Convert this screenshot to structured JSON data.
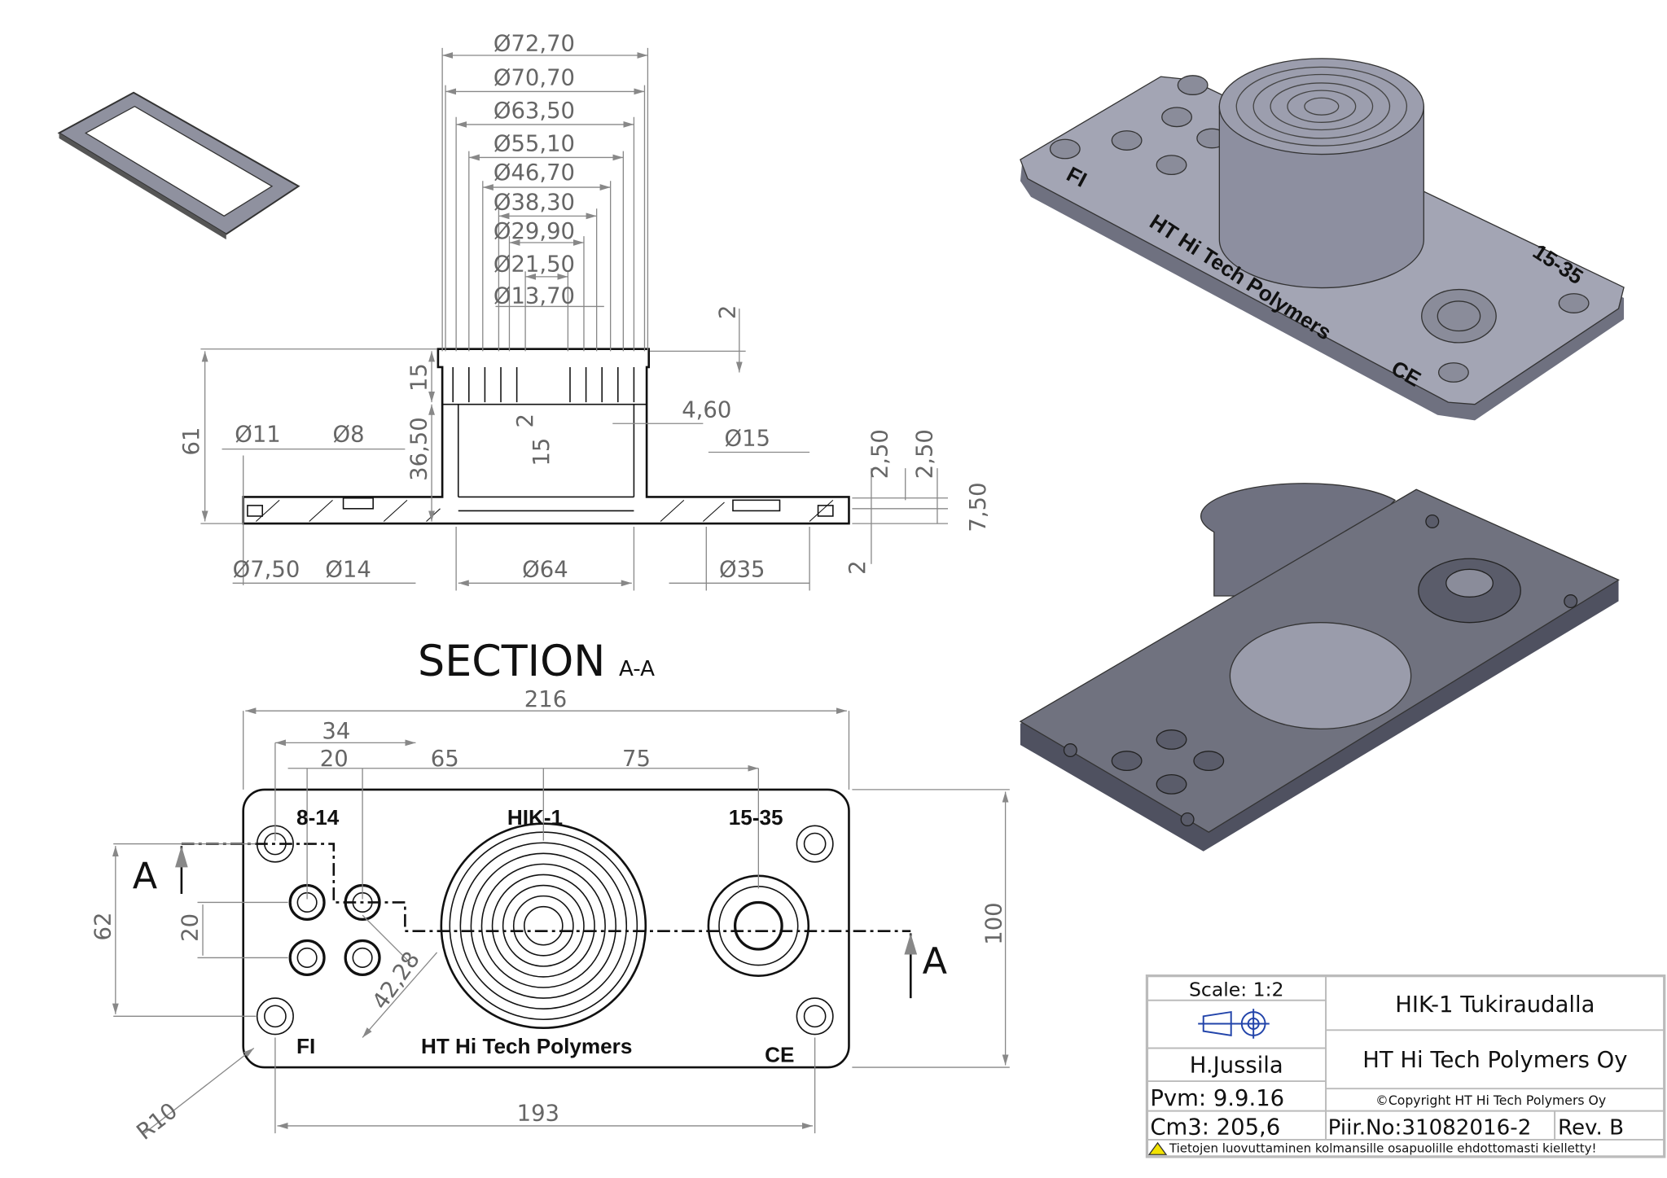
{
  "section_view": {
    "title": "SECTION",
    "title_suffix": "A-A",
    "diameters_top": [
      "Ø72,70",
      "Ø70,70",
      "Ø63,50",
      "Ø55,10",
      "Ø46,70",
      "Ø38,30",
      "Ø29,90",
      "Ø21,50",
      "Ø13,70"
    ],
    "dims": {
      "height_61": "61",
      "d11": "Ø11",
      "d8": "Ø8",
      "h15": "15",
      "h36_50": "36,50",
      "t2_inner": "2",
      "h15_inner": "15",
      "w4_60": "4,60",
      "d15": "Ø15",
      "t2_top": "2",
      "t2_50a": "2,50",
      "t2_50b": "2,50",
      "t7_50": "7,50",
      "d7_50": "Ø7,50",
      "d14": "Ø14",
      "d64": "Ø64",
      "d35": "Ø35",
      "t2_bottom": "2"
    }
  },
  "top_view": {
    "dims": {
      "w216": "216",
      "w34": "34",
      "w20": "20",
      "w65": "65",
      "w75": "75",
      "h62": "62",
      "h20": "20",
      "d42_28": "42,28",
      "h100": "100",
      "w193": "193",
      "r10": "R10"
    },
    "labels": {
      "group_left": "8-14",
      "center": "HIK-1",
      "group_right": "15-35",
      "country": "FI",
      "brand": "HT Hi Tech Polymers",
      "ce": "CE",
      "section_mark_left": "A",
      "section_mark_right": "A"
    }
  },
  "iso_view": {
    "text_fi": "FI",
    "text_brand": "HT Hi Tech Polymers",
    "text_size": "15-35",
    "text_ce": "CE"
  },
  "title_block": {
    "scale": "Scale: 1:2",
    "title": "HIK-1 Tukiraudalla",
    "designer": "H.Jussila",
    "company": "HT Hi Tech Polymers Oy",
    "date": "Pvm: 9.9.16",
    "copyright": "©Copyright HT Hi Tech Polymers Oy",
    "volume": "Cm3: 205,6",
    "drawing_no": "Piir.No:31082016-2",
    "revision": "Rev. B",
    "warning": "Tietojen luovuttaminen kolmansille osapuolille ehdottomasti kielletty!"
  },
  "colors": {
    "part": "#9a9cab",
    "part_dark": "#6b6d7c",
    "line": "#111111",
    "dim": "#888888",
    "projection_symbol": "#2244aa",
    "warning": "#f2e200"
  }
}
